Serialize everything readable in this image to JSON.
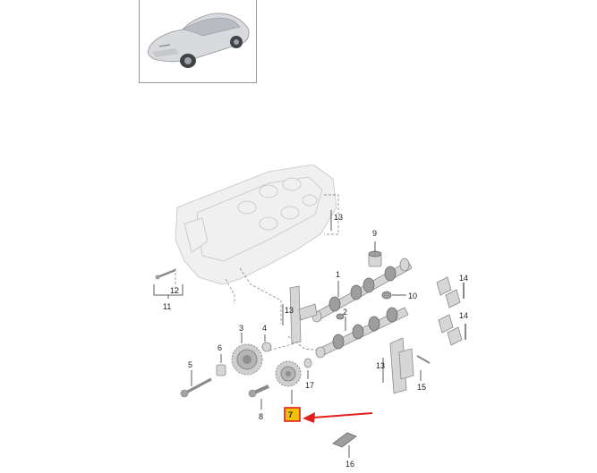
{
  "diagram": {
    "callouts": [
      {
        "id": "13a",
        "text": "13"
      },
      {
        "id": "9",
        "text": "9"
      },
      {
        "id": "12",
        "text": "12"
      },
      {
        "id": "11",
        "text": "11"
      },
      {
        "id": "1",
        "text": "1"
      },
      {
        "id": "10",
        "text": "10"
      },
      {
        "id": "14a",
        "text": "14"
      },
      {
        "id": "13b",
        "text": "13"
      },
      {
        "id": "2",
        "text": "2"
      },
      {
        "id": "14b",
        "text": "14"
      },
      {
        "id": "3",
        "text": "3"
      },
      {
        "id": "4",
        "text": "4"
      },
      {
        "id": "6",
        "text": "6"
      },
      {
        "id": "5",
        "text": "5"
      },
      {
        "id": "17",
        "text": "17"
      },
      {
        "id": "13c",
        "text": "13"
      },
      {
        "id": "15",
        "text": "15"
      },
      {
        "id": "8",
        "text": "8"
      },
      {
        "id": "7",
        "text": "7"
      },
      {
        "id": "16",
        "text": "16"
      }
    ],
    "highlighted": "7",
    "colors": {
      "highlight_fill": "#f2c200",
      "highlight_border": "#e0201a",
      "arrow": "#e0201a"
    }
  }
}
